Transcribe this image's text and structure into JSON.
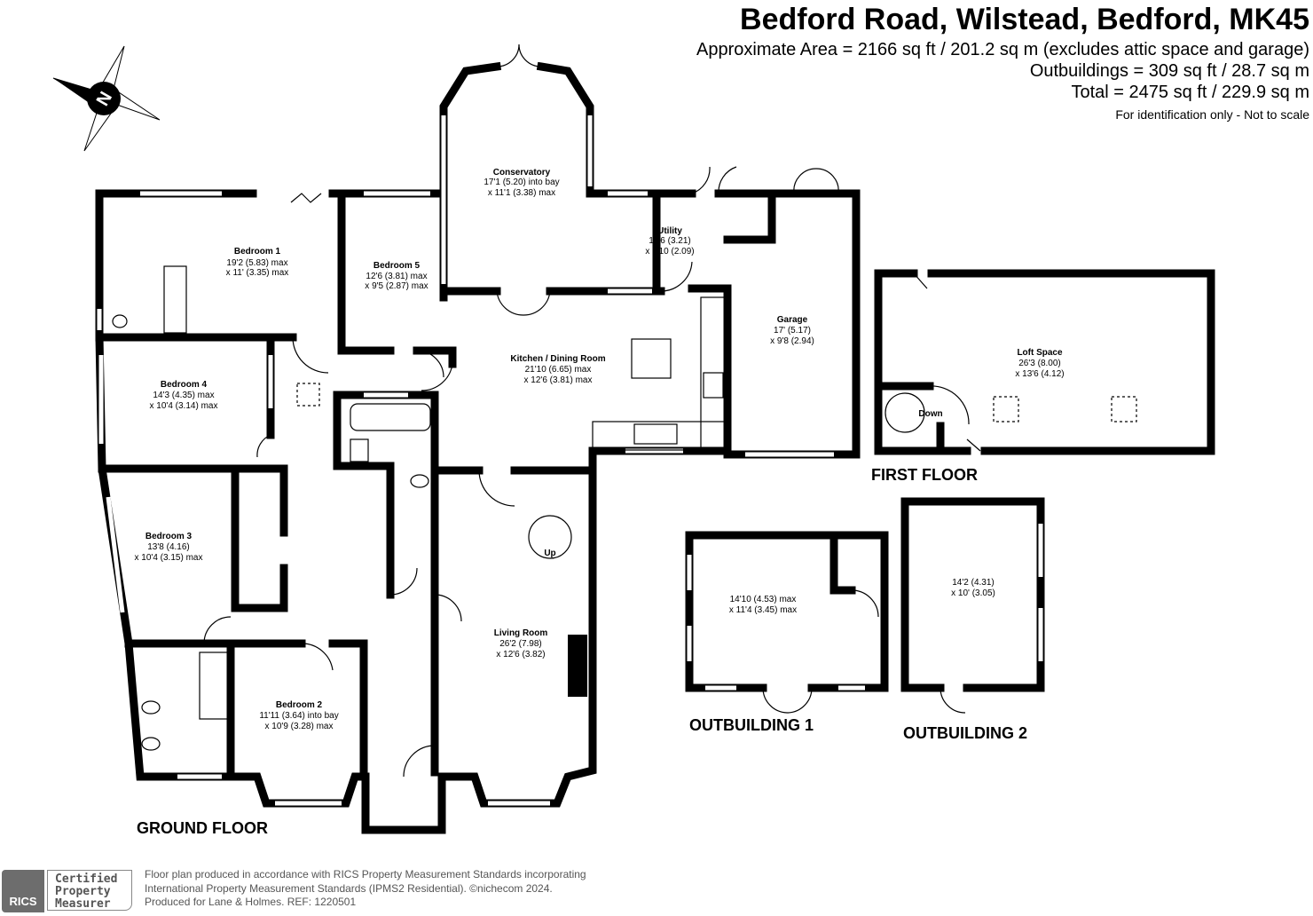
{
  "header": {
    "title": "Bedford Road, Wilstead, Bedford, MK45",
    "area": "Approximate Area = 2166 sq ft / 201.2 sq m (excludes attic space and garage)",
    "outbuildings": "Outbuildings = 309 sq ft / 28.7 sq m",
    "total": "Total = 2475 sq ft / 229.9 sq m",
    "note": "For identification only - Not to scale"
  },
  "compass": {
    "letter": "N"
  },
  "rooms": {
    "bedroom1": {
      "name": "Bedroom 1",
      "d1": "19'2 (5.83) max",
      "d2": "x 11' (3.35) max"
    },
    "bedroom5": {
      "name": "Bedroom 5",
      "d1": "12'6 (3.81) max",
      "d2": "x 9'5 (2.87) max"
    },
    "conservatory": {
      "name": "Conservatory",
      "d1": "17'1 (5.20) into bay",
      "d2": "x 11'1 (3.38) max"
    },
    "utility": {
      "name": "Utility",
      "d1": "10'6 (3.21)",
      "d2": "x 6'10 (2.09)"
    },
    "garage": {
      "name": "Garage",
      "d1": "17' (5.17)",
      "d2": "x 9'8 (2.94)"
    },
    "kitchen": {
      "name": "Kitchen / Dining Room",
      "d1": "21'10 (6.65) max",
      "d2": "x 12'6 (3.81) max"
    },
    "bedroom4": {
      "name": "Bedroom 4",
      "d1": "14'3 (4.35) max",
      "d2": "x 10'4 (3.14) max"
    },
    "bedroom3": {
      "name": "Bedroom 3",
      "d1": "13'8 (4.16)",
      "d2": "x 10'4 (3.15) max"
    },
    "bedroom2": {
      "name": "Bedroom 2",
      "d1": "11'11 (3.64) into bay",
      "d2": "x 10'9 (3.28) max"
    },
    "living": {
      "name": "Living Room",
      "d1": "26'2 (7.98)",
      "d2": "x 12'6 (3.82)"
    },
    "loft": {
      "name": "Loft Space",
      "d1": "26'3 (8.00)",
      "d2": "x 13'6 (4.12)"
    },
    "out1": {
      "d1": "14'10 (4.53) max",
      "d2": "x 11'4 (3.45) max"
    },
    "out2": {
      "d1": "14'2 (4.31)",
      "d2": "x 10' (3.05)"
    }
  },
  "stairs": {
    "up": "Up",
    "down": "Down"
  },
  "floors": {
    "ground": "GROUND FLOOR",
    "first": "FIRST FLOOR",
    "out1": "OUTBUILDING 1",
    "out2": "OUTBUILDING 2"
  },
  "footer": {
    "rics": "RICS",
    "badge": [
      "Certified",
      "Property",
      "Measurer"
    ],
    "line1": "Floor plan produced in accordance with RICS Property Measurement Standards incorporating",
    "line2": "International Property Measurement Standards (IPMS2 Residential).  ©nichecom 2024.",
    "line3": "Produced for Lane & Holmes.   REF:  1220501"
  }
}
